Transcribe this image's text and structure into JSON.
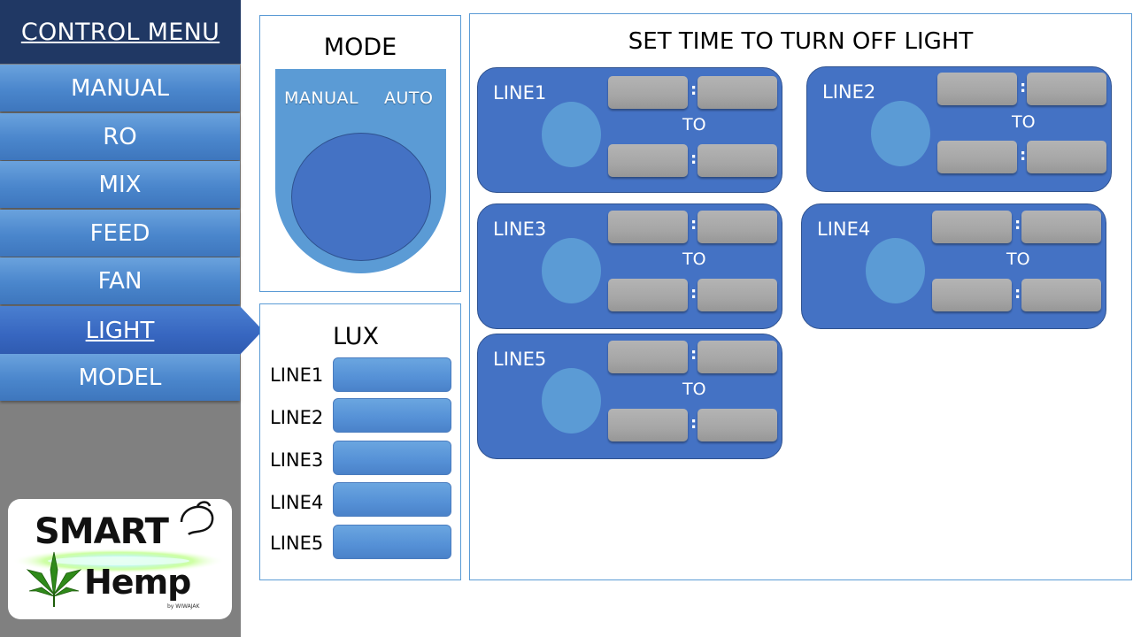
{
  "sidebar": {
    "title": "CONTROL MENU",
    "items": [
      {
        "label": "MANUAL"
      },
      {
        "label": "RO"
      },
      {
        "label": "MIX"
      },
      {
        "label": "FEED"
      },
      {
        "label": "FAN"
      },
      {
        "label": "LIGHT",
        "active": true
      },
      {
        "label": "MODEL"
      }
    ],
    "logo": {
      "word1": "SMART",
      "word2": "Hemp",
      "byline": "by WIWAJAK"
    }
  },
  "mode": {
    "title": "MODE",
    "manual_label": "MANUAL",
    "auto_label": "AUTO"
  },
  "lux": {
    "title": "LUX",
    "lines": [
      {
        "label": "LINE1"
      },
      {
        "label": "LINE2"
      },
      {
        "label": "LINE3"
      },
      {
        "label": "LINE4"
      },
      {
        "label": "LINE5"
      }
    ]
  },
  "timer": {
    "title": "SET TIME TO TURN OFF LIGHT",
    "to_label": "TO",
    "colon": ":",
    "lines": [
      {
        "label": "LINE1"
      },
      {
        "label": "LINE2"
      },
      {
        "label": "LINE3"
      },
      {
        "label": "LINE4"
      },
      {
        "label": "LINE5"
      }
    ]
  },
  "colors": {
    "menu_title_bg": "#203864",
    "menu_item": "#4a86cc",
    "menu_active": "#3766c0",
    "card": "#4472c4",
    "toggle": "#5b9bd5",
    "time_box": "#a6a6a6"
  }
}
